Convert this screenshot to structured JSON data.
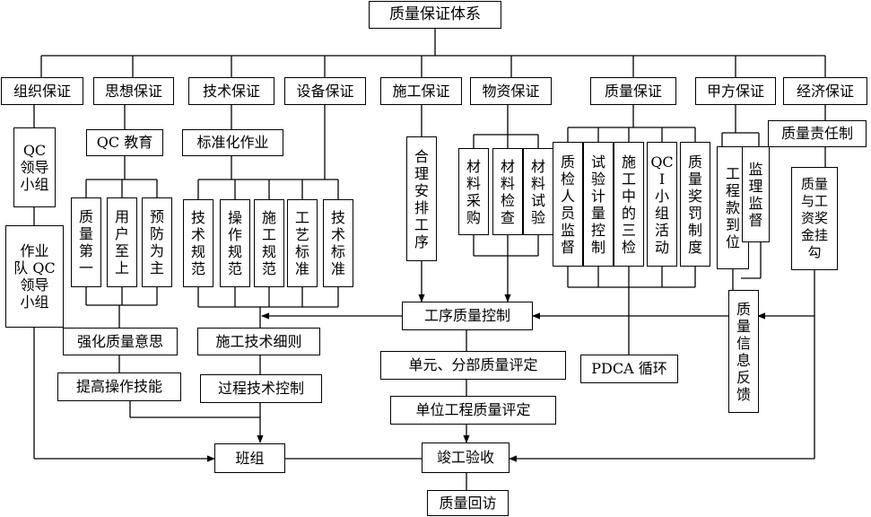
{
  "title": "质量保证体系",
  "guarantees": {
    "org": "组织保证",
    "thought": "思想保证",
    "tech": "技术保证",
    "equip": "设备保证",
    "construct": "施工保证",
    "material": "物资保证",
    "quality": "质量保证",
    "owner": "甲方保证",
    "economic": "经济保证"
  },
  "org_col": {
    "qc_leader": "QC\n领导\n小组",
    "team_qc": "作业\n队 QC\n领导\n小组"
  },
  "thought_col": {
    "qc_edu": "QC 教育",
    "items": [
      "质量第一",
      "用户至上",
      "预防为主"
    ],
    "strengthen": "强化质量意思",
    "improve": "提高操作技能"
  },
  "tech_col": {
    "standard": "标准化作业",
    "items": [
      "技术规范",
      "操作规范",
      "施工规范",
      "工艺标准",
      "技术标准"
    ],
    "detail": "施工技术细则",
    "process": "过程技术控制"
  },
  "construct_col": {
    "arrange": "合理安排工序"
  },
  "material_col": {
    "items": [
      "材料采购",
      "材料检查",
      "材料试验"
    ]
  },
  "quality_col": {
    "items": [
      "质检人员监督",
      "试验计量控制",
      "施工中的三检",
      "QC\nI\n小组活动",
      "质量奖罚制度"
    ],
    "pdca": "PDCA 循环"
  },
  "owner_col": {
    "items": [
      "工程款到位",
      "监理监督"
    ],
    "feedback": "质量信息反馈"
  },
  "economic_col": {
    "responsibility": "质量责任制",
    "bonus": "质量与工资奖金挂勾"
  },
  "center": {
    "process_control": "工序质量控制",
    "unit_eval": "单元、分部质量评定",
    "project_eval": "单位工程质量评定",
    "acceptance": "竣工验收",
    "revisit": "质量回访"
  },
  "team": "班组"
}
